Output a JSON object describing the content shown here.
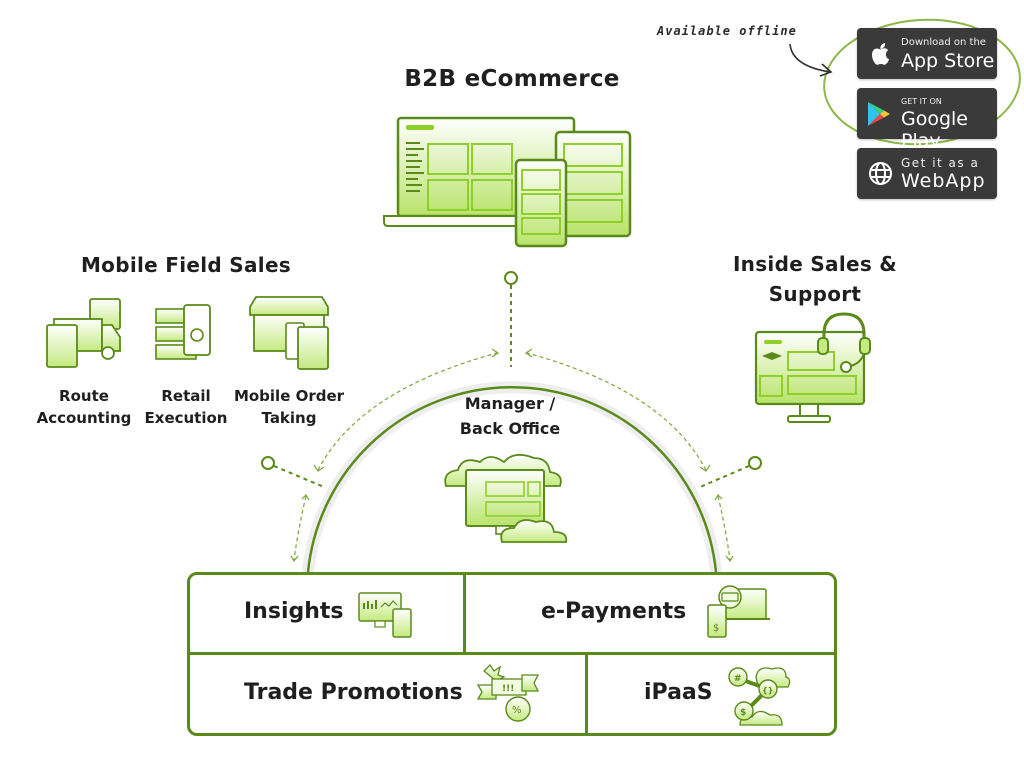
{
  "colors": {
    "accent": "#5a8a1a",
    "light_green": "#b8e36a",
    "badge_bg": "#3a3a3a"
  },
  "offline_note": "Available offline",
  "store_buttons": [
    {
      "icon": "apple-icon",
      "small": "Download on the",
      "big": "App Store"
    },
    {
      "icon": "google-play-icon",
      "small": "GET IT ON",
      "big": "Google Play"
    },
    {
      "icon": "globe-icon",
      "small": "Get it as a",
      "big": "WebApp"
    }
  ],
  "b2b": {
    "title": "B2B eCommerce"
  },
  "field_sales": {
    "title": "Mobile Field Sales",
    "items": [
      {
        "label_line1": "Route",
        "label_line2": "Accounting"
      },
      {
        "label_line1": "Retail",
        "label_line2": "Execution"
      },
      {
        "label_line1": "Mobile Order",
        "label_line2": "Taking"
      }
    ]
  },
  "inside_sales": {
    "title_line1": "Inside Sales &",
    "title_line2": "Support"
  },
  "back_office": {
    "title_line1": "Manager /",
    "title_line2": "Back Office"
  },
  "modules": {
    "insights": "Insights",
    "epayments": "e-Payments",
    "trade_promotions": "Trade Promotions",
    "ipaas": "iPaaS"
  }
}
